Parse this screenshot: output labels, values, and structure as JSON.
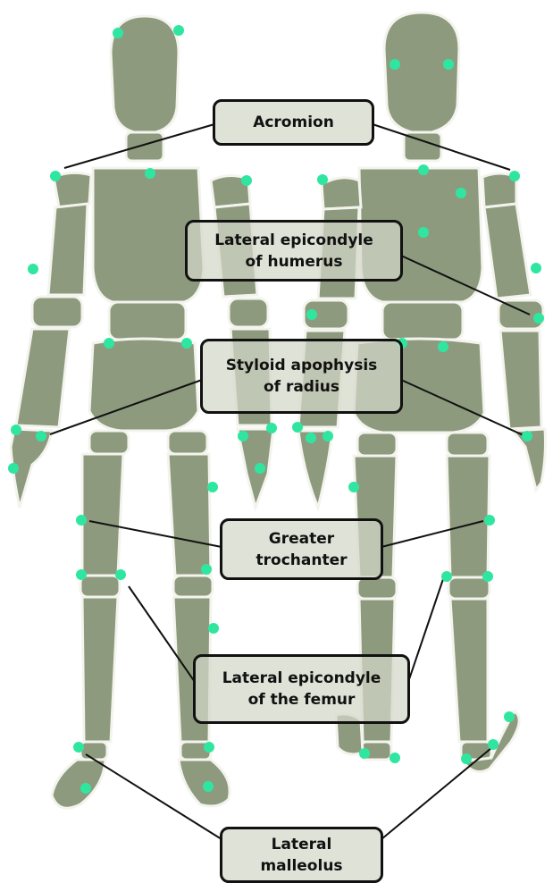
{
  "colors": {
    "body": "#8e9a7e",
    "joint_line": "#f4f4ee",
    "marker": "#2fe6a0",
    "leader": "#111111",
    "label_fill": "#d2d7c8",
    "label_border": "#111111"
  },
  "labels": {
    "acromion": "Acromion",
    "lateral_epicondyle_humerus": "Lateral epicondyle\nof humerus",
    "styloid_apophysis_radius": "Styloid apophysis\nof radius",
    "greater_trochanter": "Greater\ntrochanter",
    "lateral_epicondyle_femur": "Lateral epicondyle\nof the femur",
    "lateral_malleolus": "Lateral\nmalleolus"
  },
  "figures": [
    "front-mannequin",
    "back-mannequin"
  ],
  "marker_icon": "circle-marker-icon"
}
